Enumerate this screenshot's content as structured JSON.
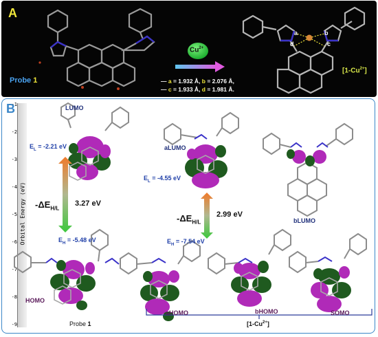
{
  "panel_a": {
    "letter": "A",
    "probe_label_prefix": "Probe ",
    "probe_label_num": "1",
    "ion_badge": "Cu",
    "ion_charge": "2+",
    "bond_labels": [
      "a",
      "b",
      "c",
      "d"
    ],
    "bond_lines": [
      {
        "prefix": "— ",
        "k1": "a",
        "v1": " = 1.932 Å, ",
        "k2": "b",
        "v2": " = 2.076 Å,"
      },
      {
        "prefix": "— ",
        "k1": "c",
        "v1": " = 1.933 Å, ",
        "k2": "d",
        "v2": " = 1.981 Å."
      }
    ],
    "complex_open": "[1-Cu",
    "complex_charge": "2+",
    "complex_close": "]",
    "colors": {
      "background": "#050505",
      "probe_label": "#4aa3f0",
      "badge": "#2ec43a",
      "arrow_start": "#5ec7f0",
      "arrow_end": "#e05ae0",
      "complex_label": "#d9e84a",
      "letter": "#f0e63a"
    }
  },
  "panel_b": {
    "letter": "B",
    "axis": {
      "label": "Orbital Energy (eV)",
      "ticks": [
        "-1",
        "-2",
        "-3",
        "-4",
        "-5",
        "-6",
        "-7",
        "-8",
        "-9"
      ]
    },
    "orbitals": {
      "lumo": "LUMO",
      "homo": "HOMO",
      "alumo": "aLUMO",
      "blumo": "bLUMO",
      "ahomo": "aHOMO",
      "bhomo": "bHOMO",
      "somo": "SOMO"
    },
    "energies": {
      "el_probe": {
        "main": "E",
        "sub": "L",
        "value": " = -2.21 eV"
      },
      "eh_probe": {
        "main": "E",
        "sub": "H",
        "value": " = -5.48 eV"
      },
      "el_complex": {
        "main": "E",
        "sub": "L",
        "value": " = -4.55 eV"
      },
      "eh_complex": {
        "main": "E",
        "sub": "H",
        "value": " = -7.54 eV"
      }
    },
    "gaps": {
      "symbol": "-ΔE",
      "sub": "H/L",
      "probe": "3.27 eV",
      "complex": "2.99 eV"
    },
    "bottom": {
      "probe_prefix": "Probe ",
      "probe_num": "1",
      "complex_open": "[1-Cu",
      "complex_charge": "2+",
      "complex_close": "]"
    },
    "colors": {
      "border": "#3a86c8",
      "letter": "#3a86c8",
      "orbital_label": "#1f2f7a",
      "energy_label": "#1f3fa8",
      "lobe_purple": "#b02ab8",
      "lobe_green": "#1f5a1f",
      "molecule": "#8c8c8c",
      "nitrogen": "#3a32c8"
    }
  }
}
